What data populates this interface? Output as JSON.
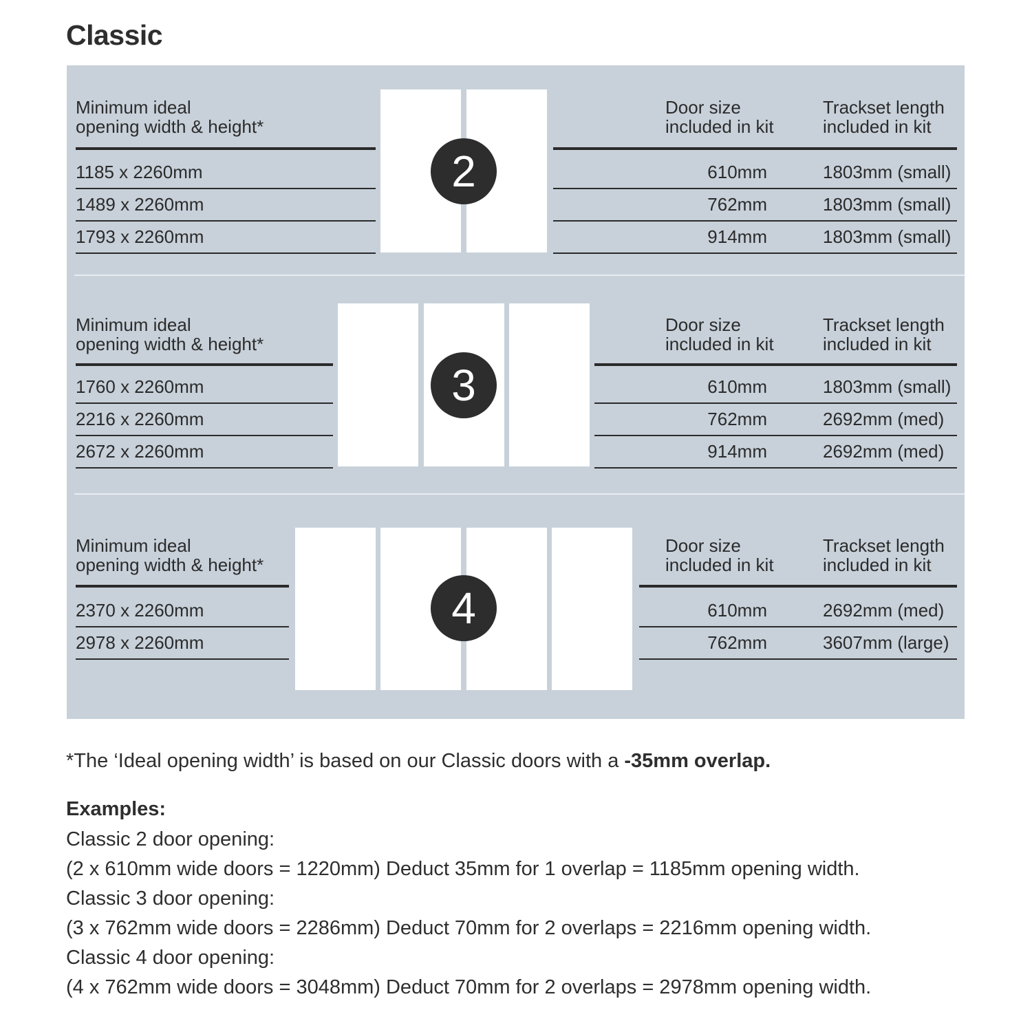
{
  "title": "Classic",
  "sections": [
    {
      "badge": "2",
      "left_header": [
        "Minimum ideal",
        "opening width & height*"
      ],
      "door_header": [
        "Door size",
        "included in kit"
      ],
      "track_header": [
        "Trackset length",
        "included in kit"
      ],
      "rows": [
        {
          "opening": "1185 x 2260mm",
          "door": "610mm",
          "track": "1803mm (small)"
        },
        {
          "opening": "1489 x 2260mm",
          "door": "762mm",
          "track": "1803mm (small)"
        },
        {
          "opening": "1793 x 2260mm",
          "door": "914mm",
          "track": "1803mm (small)"
        }
      ]
    },
    {
      "badge": "3",
      "left_header": [
        "Minimum ideal",
        "opening width & height*"
      ],
      "door_header": [
        "Door size",
        "included in kit"
      ],
      "track_header": [
        "Trackset length",
        "included in kit"
      ],
      "rows": [
        {
          "opening": "1760 x 2260mm",
          "door": "610mm",
          "track": "1803mm (small)"
        },
        {
          "opening": "2216 x 2260mm",
          "door": "762mm",
          "track": "2692mm (med)"
        },
        {
          "opening": "2672 x 2260mm",
          "door": "914mm",
          "track": "2692mm (med)"
        }
      ]
    },
    {
      "badge": "4",
      "left_header": [
        "Minimum ideal",
        "opening width & height*"
      ],
      "door_header": [
        "Door size",
        "included in kit"
      ],
      "track_header": [
        "Trackset length",
        "included in kit"
      ],
      "rows": [
        {
          "opening": "2370 x 2260mm",
          "door": "610mm",
          "track": "2692mm (med)"
        },
        {
          "opening": "2978 x 2260mm",
          "door": "762mm",
          "track": "3607mm (large)"
        }
      ]
    }
  ],
  "footnote": {
    "text": "*The ‘Ideal opening width’ is based on our Classic doors with a ",
    "bold": "-35mm overlap."
  },
  "examples": {
    "heading": "Examples:",
    "lines": [
      "Classic 2 door opening:",
      "(2 x 610mm wide doors = 1220mm)  Deduct 35mm for 1 overlap = 1185mm opening width.",
      "Classic 3 door opening:",
      "(3 x 762mm wide doors = 2286mm)  Deduct 70mm for 2 overlaps = 2216mm opening width.",
      "Classic 4 door opening:",
      "(4 x 762mm wide doors = 3048mm)  Deduct 70mm for 2 overlaps = 2978mm opening width."
    ]
  },
  "colors": {
    "panel": "#c8d1da",
    "badge": "#2d2d2d",
    "text": "#2b2b2b",
    "door": "#ffffff"
  }
}
